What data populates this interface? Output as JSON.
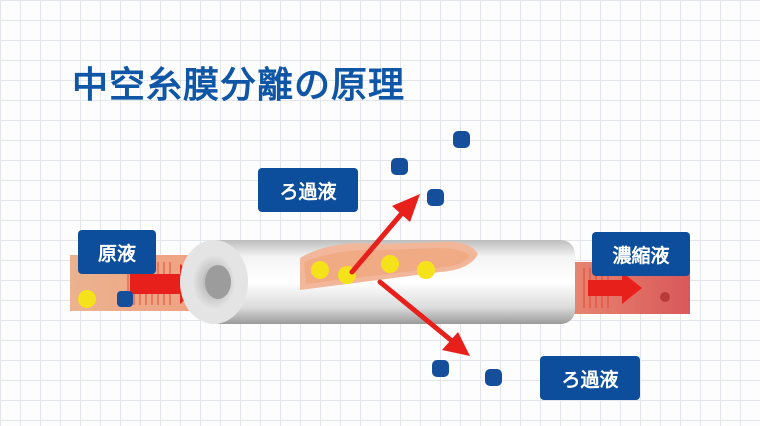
{
  "title": "中空糸膜分離の原理",
  "labels": {
    "raw_liquid": "原液",
    "filtrate_top": "ろ過液",
    "filtrate_bottom": "ろ過液",
    "concentrate": "濃縮液"
  },
  "colors": {
    "title": "#0f56a6",
    "label_bg": "#0d4e9c",
    "flow_red": "#e8201c",
    "flow_orange": "#e8a27a",
    "particle_yellow": "#f6e21a",
    "particle_blue": "#154e9b",
    "tube_gray": "#d9d9d9"
  },
  "icons": [
    "arrow-right-icon",
    "arrow-up-right-icon",
    "arrow-down-right-icon"
  ]
}
